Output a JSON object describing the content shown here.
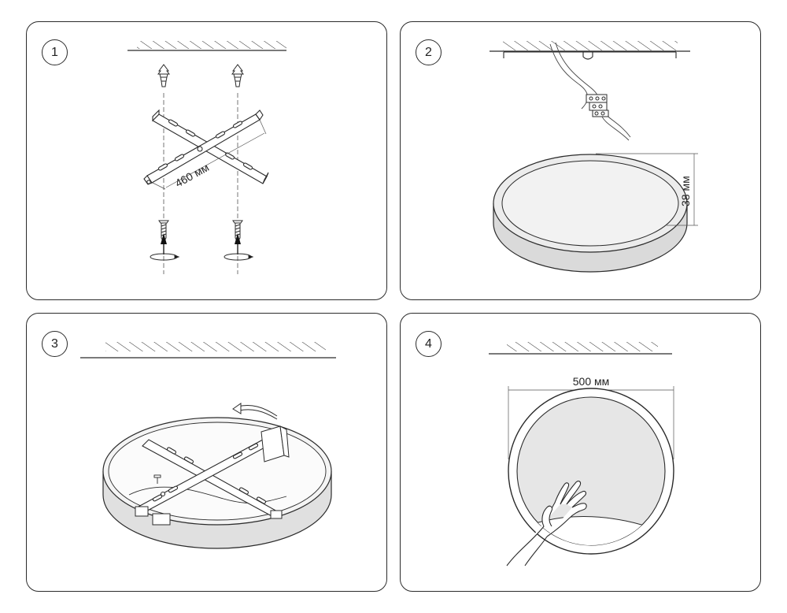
{
  "steps": [
    {
      "number": "1",
      "dimension_label": "460 мм"
    },
    {
      "number": "2",
      "dimension_label": "38 мм"
    },
    {
      "number": "3"
    },
    {
      "number": "4",
      "dimension_label": "500 мм"
    }
  ],
  "colors": {
    "line": "#2b2b2b",
    "ring_fill": "#d9d9d9",
    "face_fill": "#e6e6e6",
    "bg": "#ffffff"
  },
  "icons": [
    "ceiling-hatch",
    "dowel",
    "screw",
    "rotation-arrow",
    "mounting-bracket",
    "terminal-block",
    "round-lamp",
    "hand"
  ]
}
